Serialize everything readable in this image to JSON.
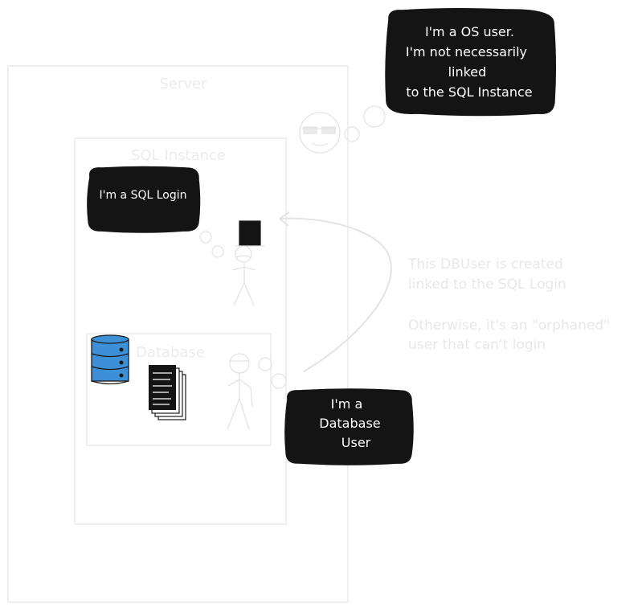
{
  "containers": {
    "server": "Server",
    "sql_instance": "SQL Instance",
    "database": "Database"
  },
  "bubbles": {
    "os_user": [
      "I'm a OS user.",
      "I'm not necessarily",
      "linked",
      "to the SQL Instance"
    ],
    "sql_login": [
      "I'm a SQL Login"
    ],
    "database_user": [
      "I'm a",
      "Database",
      "User"
    ]
  },
  "note": [
    "This DBUser is created",
    "linked to the SQL Login",
    "",
    "Otherwise, it's an \"orphaned\"",
    "user that can't login"
  ],
  "colors": {
    "bubble_fill": "#141414",
    "container_stroke": "#e6e6e6",
    "database_cylinder": "#3d8fd6",
    "faint_text": "#e8e8e8"
  },
  "icons": [
    "database-cylinder-icon",
    "documents-stack-icon",
    "sql-login-figure-icon",
    "database-user-figure-icon",
    "os-user-face-icon"
  ]
}
